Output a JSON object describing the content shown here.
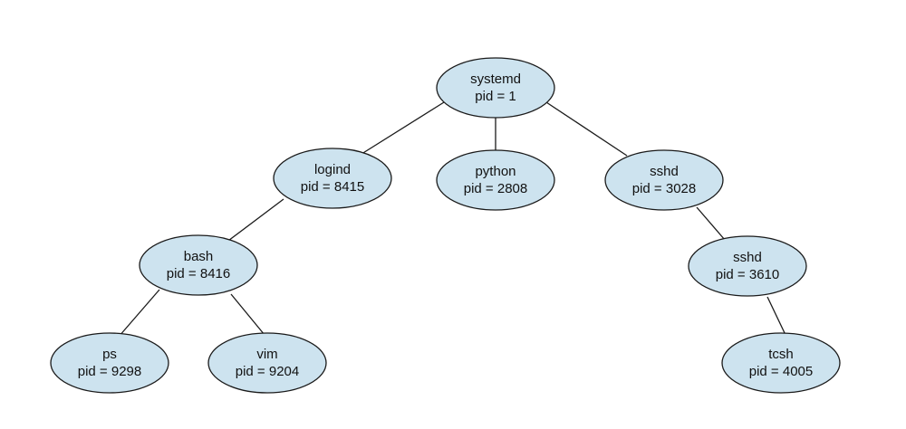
{
  "nodes": [
    {
      "id": "systemd",
      "name": "systemd",
      "pid_text": "pid = 1"
    },
    {
      "id": "logind",
      "name": "logind",
      "pid_text": "pid = 8415"
    },
    {
      "id": "python",
      "name": "python",
      "pid_text": "pid = 2808"
    },
    {
      "id": "sshd-3028",
      "name": "sshd",
      "pid_text": "pid = 3028"
    },
    {
      "id": "bash",
      "name": "bash",
      "pid_text": "pid = 8416"
    },
    {
      "id": "sshd-3610",
      "name": "sshd",
      "pid_text": "pid = 3610"
    },
    {
      "id": "ps",
      "name": "ps",
      "pid_text": "pid = 9298"
    },
    {
      "id": "vim",
      "name": "vim",
      "pid_text": "pid = 9204"
    },
    {
      "id": "tcsh",
      "name": "tcsh",
      "pid_text": "pid = 4005"
    }
  ],
  "edges": [
    {
      "from": "systemd",
      "to": "logind"
    },
    {
      "from": "systemd",
      "to": "python"
    },
    {
      "from": "systemd",
      "to": "sshd-3028"
    },
    {
      "from": "logind",
      "to": "bash"
    },
    {
      "from": "bash",
      "to": "ps"
    },
    {
      "from": "bash",
      "to": "vim"
    },
    {
      "from": "sshd-3028",
      "to": "sshd-3610"
    },
    {
      "from": "sshd-3610",
      "to": "tcsh"
    }
  ]
}
